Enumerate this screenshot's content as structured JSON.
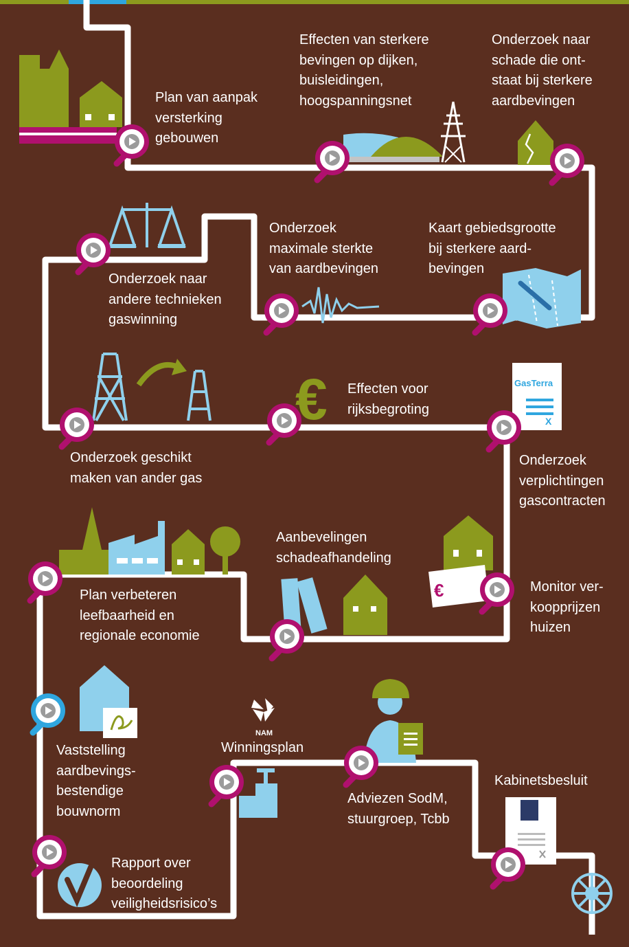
{
  "colors": {
    "background": "#5a2e1f",
    "path": "#ffffff",
    "olive": "#8c9a1e",
    "light_blue": "#8fd0ec",
    "magenta": "#b0106e",
    "magnifier_blue": "#2fa6df",
    "top_strip": "#8c9a1e"
  },
  "labels": {
    "plan_versterking": "Plan van aanpak\nversterking\ngebouwen",
    "effecten_bevingen": "Effecten van sterkere\nbevingen op dijken,\nbuisleidingen,\nhoogspanningsnet",
    "onderzoek_schade": "Onderzoek naar\nschade die ont-\nstaat bij sterkere\naardbevingen",
    "onderzoek_technieken": "Onderzoek naar\nandere technieken\ngaswinning",
    "onderzoek_sterkte": "Onderzoek\nmaximale sterkte\nvan aardbevingen",
    "kaart_gebied": "Kaart gebiedsgrootte\nbij sterkere aard-\nbevingen",
    "effecten_rijksbegroting": "Effecten voor\nrijksbegroting",
    "onderzoek_gas": "Onderzoek geschikt\nmaken van ander gas",
    "onderzoek_gascontracten": "Onderzoek\nverplichtingen\ngascontracten",
    "aanbevelingen": "Aanbevelingen\nschadeafhandeling",
    "plan_leefbaarheid": "Plan verbeteren\nleefbaarheid en\nregionale economie",
    "monitor_koopprijzen": "Monitor ver-\nkoopprijzen\nhuizen",
    "bouwnorm": "Vaststelling\naardbevings-\nbestendige\nbouwnorm",
    "winningsplan": "Winningsplan",
    "nam_logo_text": "NAM",
    "adviezen": "Adviezen SodM,\nstuurgroep, Tcbb",
    "kabinetsbesluit": "Kabinetsbesluit",
    "rapport": "Rapport over\nbeoordeling\nveiligheidsrisico’s",
    "gasterra_logo_text": "GasTerra",
    "form_mark": "X",
    "euro_sign": "€"
  },
  "icons": [
    "church-and-house-icon",
    "dike-and-pylon-icon",
    "damaged-house-icon",
    "scales-icon",
    "seismogram-icon",
    "map-icon",
    "drilling-rigs-icon",
    "euro-icon",
    "gasterra-document-icon",
    "houses-factory-tree-icon",
    "binders-and-house-icon",
    "house-price-tag-icon",
    "house-signature-icon",
    "nam-logo-icon",
    "gas-valve-icon",
    "inspector-clipboard-icon",
    "government-document-icon",
    "valve-wheel-icon",
    "checkmark-icon",
    "play-icon",
    "magnifier-icon"
  ]
}
